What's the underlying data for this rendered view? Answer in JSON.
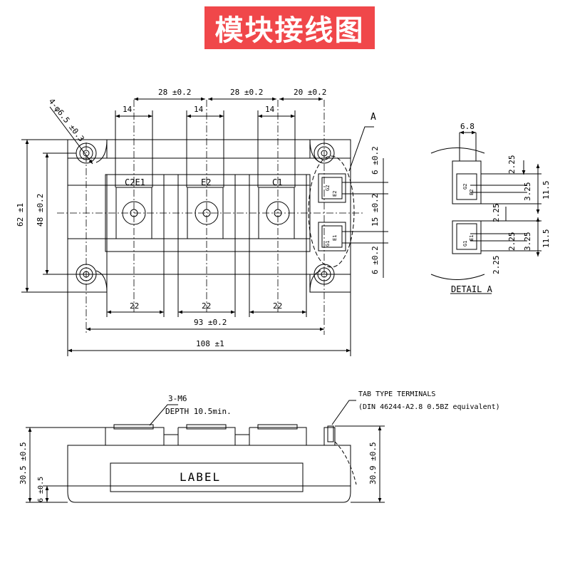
{
  "title": "模块接线图",
  "top_view": {
    "dims_top": [
      "28 ±0.2",
      "28 ±0.2",
      "20 ±0.2"
    ],
    "dims_terminal_width": [
      "14",
      "14",
      "14"
    ],
    "hole_label": "4-φ6.5 ±0.3",
    "detail_ref": "A",
    "dim_height_overall": "62 ±1",
    "dim_height_holes": "48 ±0.2",
    "terminal_labels": [
      "C2E1",
      "E2",
      "C1"
    ],
    "dims_right": [
      "6 ±0.2",
      "15 ±0.2",
      "6 ±0.2"
    ],
    "dims_bottom_pads": [
      "22",
      "22",
      "22"
    ],
    "dim_hole_pitch": "93 ±0.2",
    "dim_overall_length": "108 ±1",
    "tab_labels": [
      "G2",
      "E2",
      "E1",
      "G1"
    ]
  },
  "detail_a": {
    "width": "6.8",
    "dims": [
      "2.25",
      "3.25",
      "11.5",
      "2.25",
      "2.25",
      "3.25",
      "11.5",
      "2.25"
    ],
    "caption": "DETAIL A",
    "tab_labels": [
      "G2",
      "E2",
      "E1",
      "G1"
    ]
  },
  "side_view": {
    "thread_label": "3-M6",
    "depth_label": "DEPTH 10.5min.",
    "label_text": "LABEL",
    "dim_height_left": "30.5 ±0.5",
    "dim_base": "6 ±0.5",
    "dim_height_right": "30.9 ±0.5",
    "tab_note_1": "TAB TYPE TERMINALS",
    "tab_note_2": "(DIN 46244-A2.8 0.5BZ equivalent)"
  },
  "colors": {
    "banner": "#f0474a",
    "line": "#000000"
  }
}
